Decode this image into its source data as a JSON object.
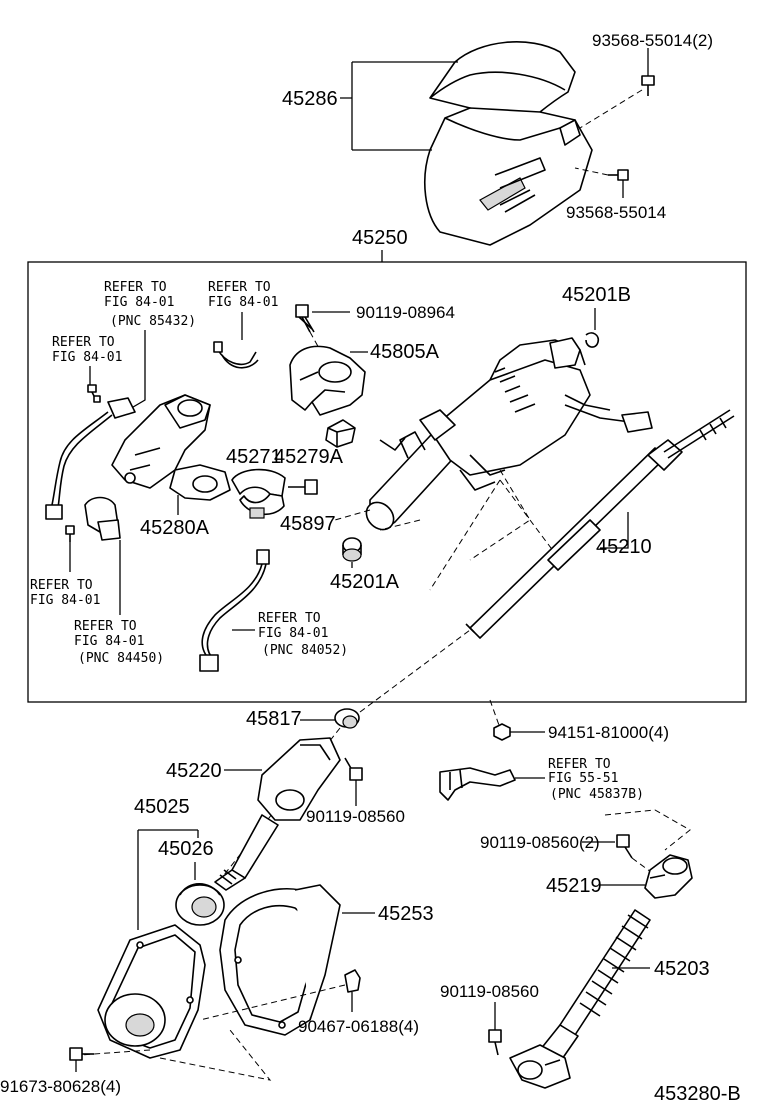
{
  "labels": {
    "p45286": "45286",
    "p93568_2": "93568-55014(2)",
    "p93568": "93568-55014",
    "p45250": "45250",
    "p90119_08964": "90119-08964",
    "p45201B": "45201B",
    "p45805A": "45805A",
    "p45271": "45271",
    "p45279A": "45279A",
    "p45280A": "45280A",
    "p45897": "45897",
    "p45201A": "45201A",
    "p45210": "45210",
    "p45817": "45817",
    "p94151": "94151-81000(4)",
    "p45220": "45220",
    "p90119_08560_a": "90119-08560",
    "p45025": "45025",
    "p45026": "45026",
    "p90119_08560_2": "90119-08560(2)",
    "p45219": "45219",
    "p45253": "45253",
    "p45203": "45203",
    "p90119_08560_b": "90119-08560",
    "p90467": "90467-06188(4)",
    "p91673": "91673-80628(4)",
    "figure_id": "453280-B"
  },
  "references": {
    "r1_l1": "REFER TO",
    "r1_l2": "FIG 84-01",
    "r1_l3": "(PNC 85432)",
    "r2_l1": "REFER TO",
    "r2_l2": "FIG 84-01",
    "r3_l1": "REFER TO",
    "r3_l2": "FIG 84-01",
    "r4_l1": "REFER TO",
    "r4_l2": "FIG 84-01",
    "r5_l1": "REFER TO",
    "r5_l2": "FIG 84-01",
    "r5_l3": "(PNC 84450)",
    "r6_l1": "REFER TO",
    "r6_l2": "FIG 84-01",
    "r6_l3": "(PNC 84052)",
    "r7_l1": "REFER TO",
    "r7_l2": "FIG 55-51",
    "r7_l3": "(PNC 45837B)"
  }
}
